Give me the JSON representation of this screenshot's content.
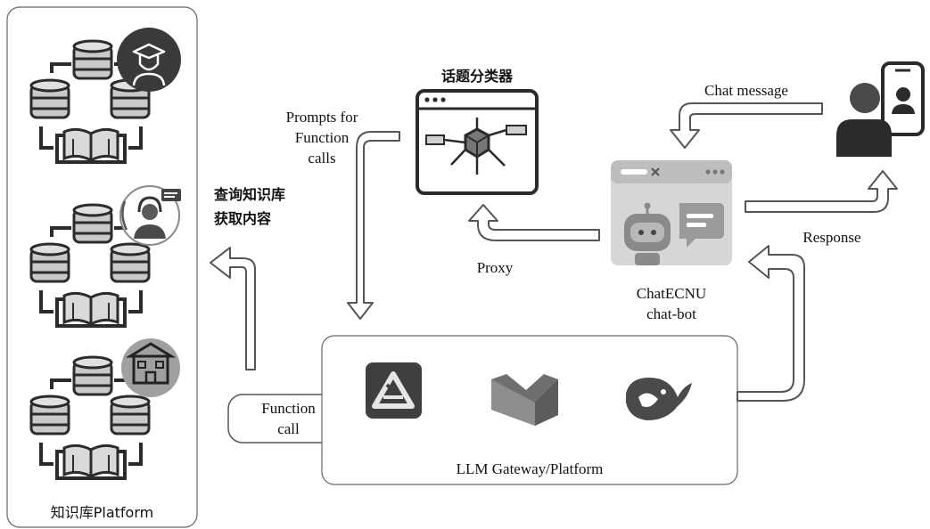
{
  "left_panel": {
    "title": "知识库Platform"
  },
  "query_label": {
    "line1": "查询知识库",
    "line2": "获取内容"
  },
  "prompts_label": {
    "line1": "Prompts for",
    "line2": "Function",
    "line3": "calls"
  },
  "classifier": {
    "title": "话题分类器"
  },
  "chatbot": {
    "line1": "ChatECNU",
    "line2": "chat-bot"
  },
  "edges": {
    "chat_message": "Chat message",
    "response": "Response",
    "proxy": "Proxy"
  },
  "function_call": {
    "line1": "Function",
    "line2": "call"
  },
  "gateway": {
    "title": "LLM Gateway/Platform"
  },
  "icons": [
    "graduate-icon",
    "headset-agent-icon",
    "building-icon",
    "database-icon",
    "book-icon",
    "user-phone-icon",
    "robot-icon",
    "qwen-logo-icon",
    "mistral-logo-icon",
    "deepseek-whale-icon"
  ],
  "colors": {
    "icon_dark": "#3a3a3a",
    "icon_mid": "#8c8c8c",
    "icon_light": "#d6d6d6",
    "outline": "#555555"
  }
}
